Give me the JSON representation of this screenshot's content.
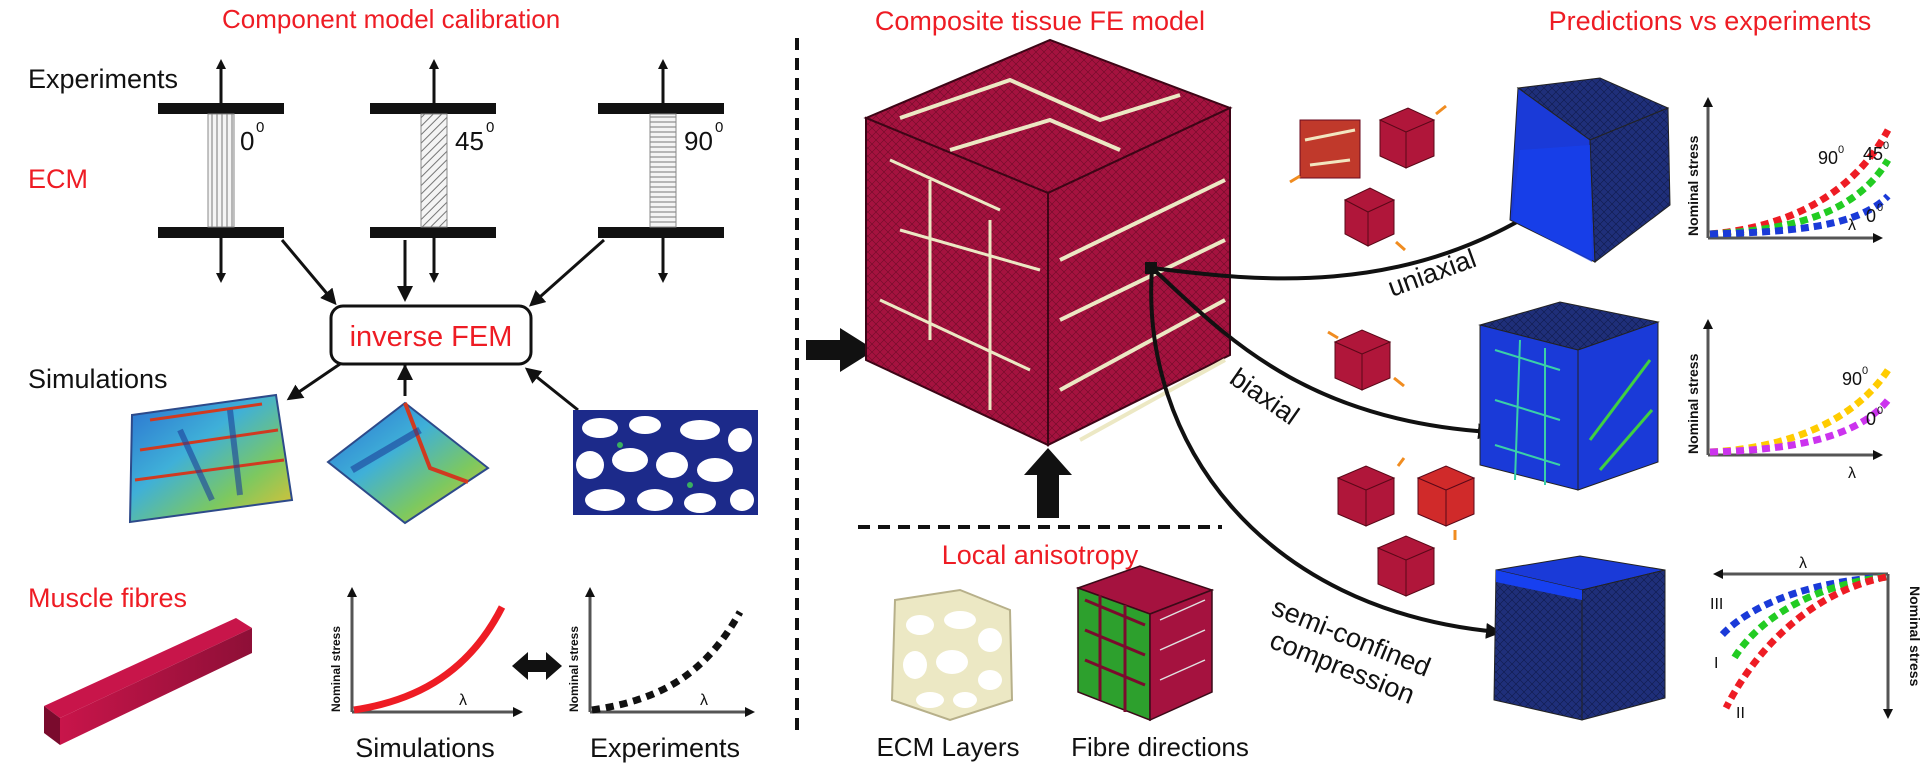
{
  "colors": {
    "accent_red": "#ee1c24",
    "ecm_cream": "#ece8c4",
    "muscle_red": "#a5123f",
    "fe_blue": "#1a3ad8"
  },
  "sections": {
    "calibration_title": "Component model calibration",
    "fe_model_title": "Composite tissue FE model",
    "predictions_title": "Predictions vs experiments",
    "anisotropy_title": "Local anisotropy"
  },
  "labels": {
    "experiments": "Experiments",
    "ecm": "ECM",
    "simulations": "Simulations",
    "muscle_fibres": "Muscle fibres",
    "inverse_fem": "inverse FEM",
    "ecm_layers": "ECM Layers",
    "fibre_directions": "Fibre directions",
    "uniaxial": "uniaxial",
    "biaxial": "biaxial",
    "semi_confined_1": "semi-confined",
    "semi_confined_2": "compression"
  },
  "angles": {
    "a0": "0",
    "a45": "45",
    "a90": "90",
    "deg": "0"
  },
  "plots": {
    "nominal_stress": "Nominal stress",
    "lambda": "λ",
    "sim_caption": "Simulations",
    "exp_caption": "Experiments",
    "uni_90": "90",
    "uni_45": "45",
    "uni_0": "0",
    "bi_90": "90",
    "bi_0": "0",
    "comp_III": "III",
    "comp_I": "I",
    "comp_II": "II"
  }
}
